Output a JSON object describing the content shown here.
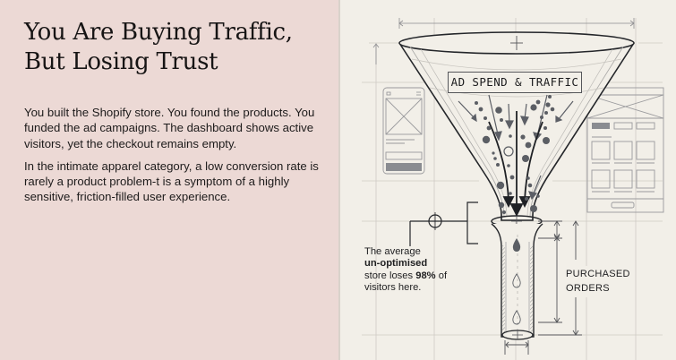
{
  "hero": {
    "headline_line1": "You Are Buying Traffic,",
    "headline_line2": "But Losing Trust",
    "paragraph1": "You built the Shopify store. You found the products. You funded the ad campaigns. The dashboard shows active visitors, yet the checkout remains empty.",
    "paragraph2": "In the intimate apparel category, a low conversion rate is rarely a product problem-t is a symptom of a highly sensitive, friction-filled user experience."
  },
  "illustration": {
    "funnel_label": "AD SPEND & TRAFFIC",
    "annotation": {
      "line1": "The average",
      "line2_bold": "un-optimised",
      "line3_pre": "store loses ",
      "line3_bold": "98%",
      "line3_post": " of",
      "line4": "visitors here."
    },
    "output_label_line1": "PURCHASED",
    "output_label_line2": "ORDERS",
    "icons": [
      "funnel-icon",
      "mobile-wireframe-icon",
      "desktop-wireframe-icon",
      "droplet-icon",
      "crosshair-icon",
      "dimension-arrow-icon"
    ],
    "colors": {
      "left_bg": "#ecd9d5",
      "right_bg": "#f2efe8",
      "ink": "#2a2c30",
      "grid": "#c9c6bf",
      "dot": "#5b5e64"
    }
  }
}
